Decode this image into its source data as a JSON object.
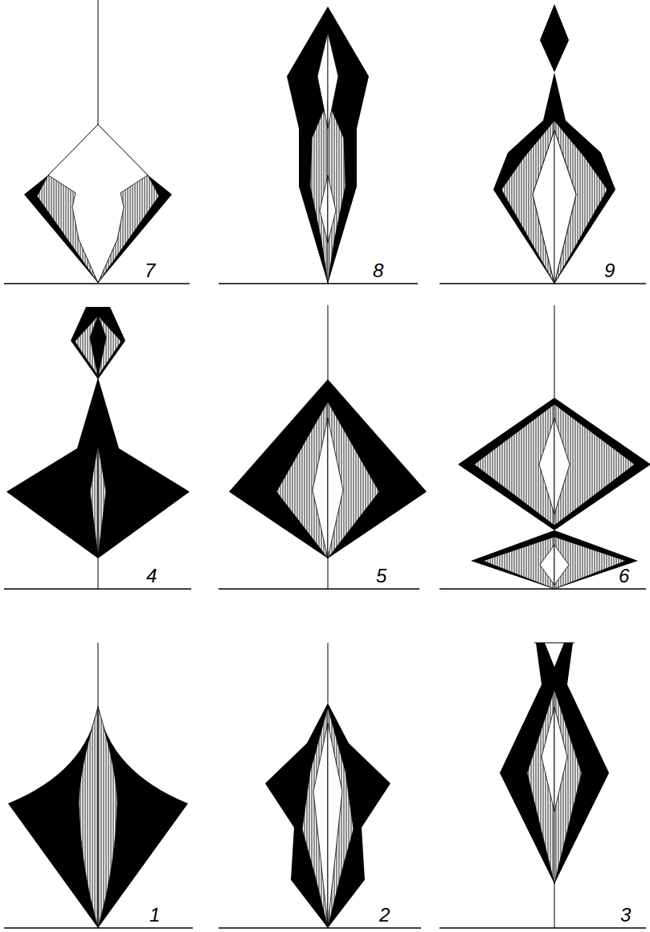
{
  "diagram": {
    "labels": [
      "7",
      "8",
      "9",
      "4",
      "5",
      "6",
      "1",
      "2",
      "3"
    ]
  }
}
